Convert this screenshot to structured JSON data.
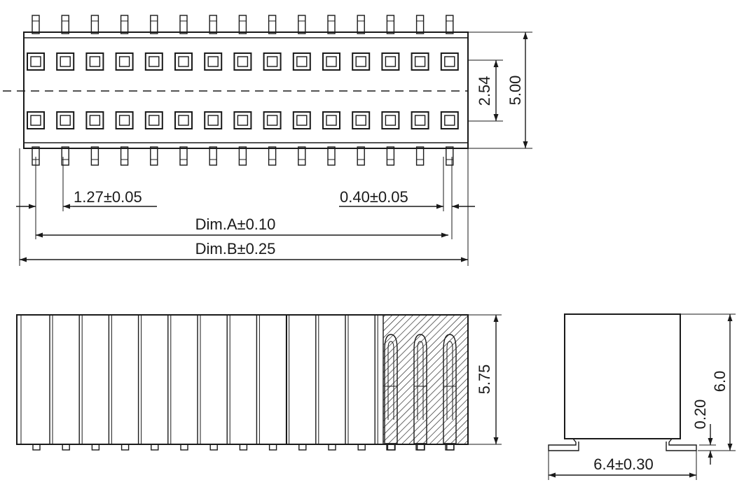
{
  "drawing": {
    "pin_count_per_row": 15,
    "rows": 2,
    "dimensions": {
      "row_pitch": "2.54",
      "body_width": "5.00",
      "pin_pitch": "1.27±0.05",
      "pin_width": "0.40±0.05",
      "dim_a": "Dim.A±0.10",
      "dim_b": "Dim.B±0.25",
      "body_height": "5.75",
      "overall_height": "6.0",
      "standoff": "0.20",
      "footprint_width": "6.4±0.30"
    }
  }
}
